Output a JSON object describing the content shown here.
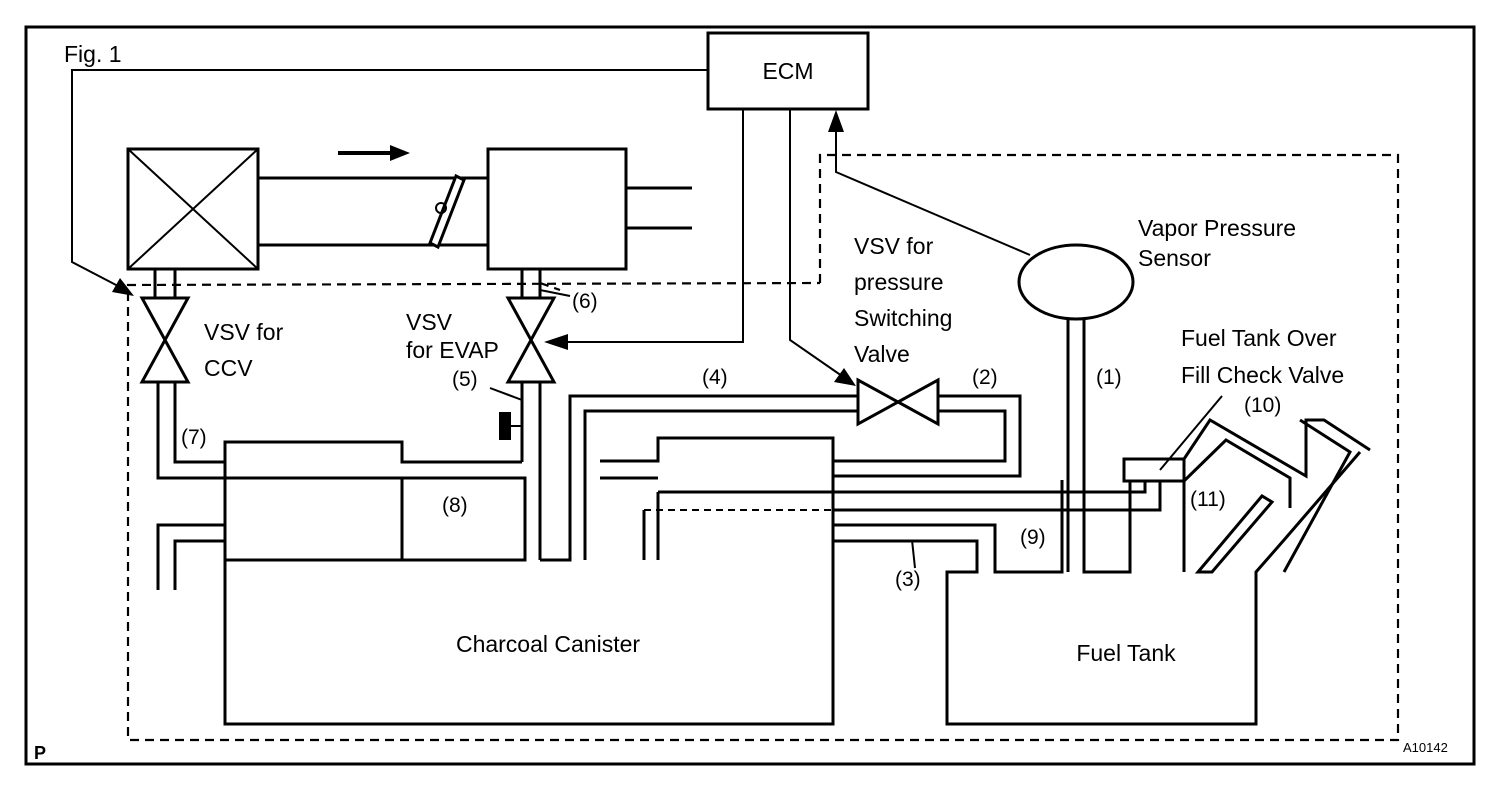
{
  "figure": {
    "title": "Fig. 1",
    "code": "A10142",
    "corner_mark": "P"
  },
  "components": {
    "ecm": "ECM",
    "vsv_ccv_line1": "VSV for",
    "vsv_ccv_line2": "CCV",
    "vsv_evap_line1": "VSV",
    "vsv_evap_line2": "for EVAP",
    "vsv_pressure_line1": "VSV for",
    "vsv_pressure_line2": "pressure",
    "vsv_pressure_line3": "Switching",
    "vsv_pressure_line4": "Valve",
    "vapor_sensor_line1": "Vapor Pressure",
    "vapor_sensor_line2": "Sensor",
    "check_valve_line1": "Fuel Tank Over",
    "check_valve_line2": "Fill Check Valve",
    "canister": "Charcoal Canister",
    "fuel_tank": "Fuel Tank"
  },
  "callouts": {
    "n1": "(1)",
    "n2": "(2)",
    "n3": "(3)",
    "n4": "(4)",
    "n5": "(5)",
    "n6": "(6)",
    "n7": "(7)",
    "n8": "(8)",
    "n9": "(9)",
    "n10": "(10)",
    "n11": "(11)"
  }
}
